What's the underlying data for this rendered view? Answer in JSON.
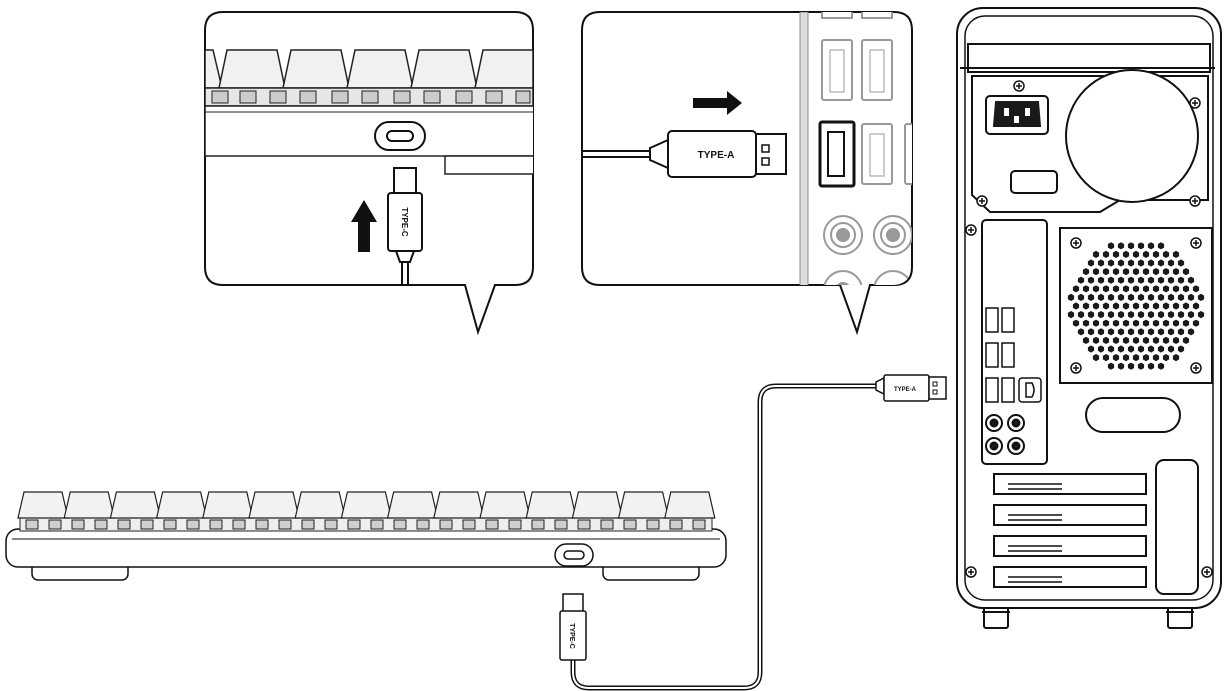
{
  "labels": {
    "callout_left_connector": "TYPE-C",
    "callout_right_connector": "TYPE-A",
    "cable_usb_a": "TYPE-A",
    "cable_usb_c": "TYPE-C"
  },
  "colors": {
    "stroke": "#111111",
    "fill_light": "#f2f2f2",
    "fill_mid": "#bdbdbd",
    "fill_dark": "#1a1a1a"
  }
}
